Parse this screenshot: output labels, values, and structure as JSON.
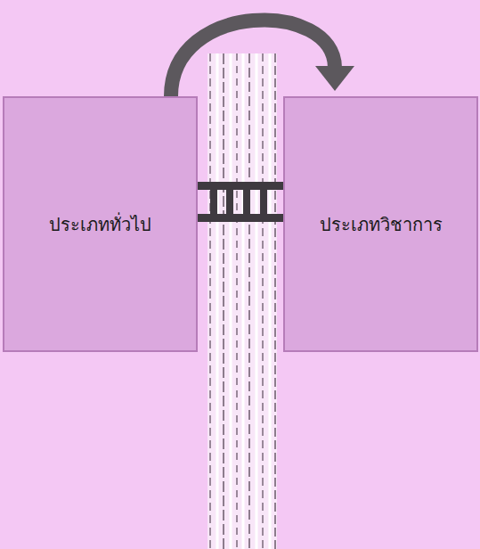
{
  "diagram": {
    "nodes": [
      {
        "text": [
          "ประเภททั่วไป"
        ]
      },
      {
        "text": [
          "ประเภทวิชาการ"
        ]
      }
    ],
    "edges": [
      {
        "from": 0,
        "to": 1,
        "arrow": "to"
      }
    ]
  }
}
